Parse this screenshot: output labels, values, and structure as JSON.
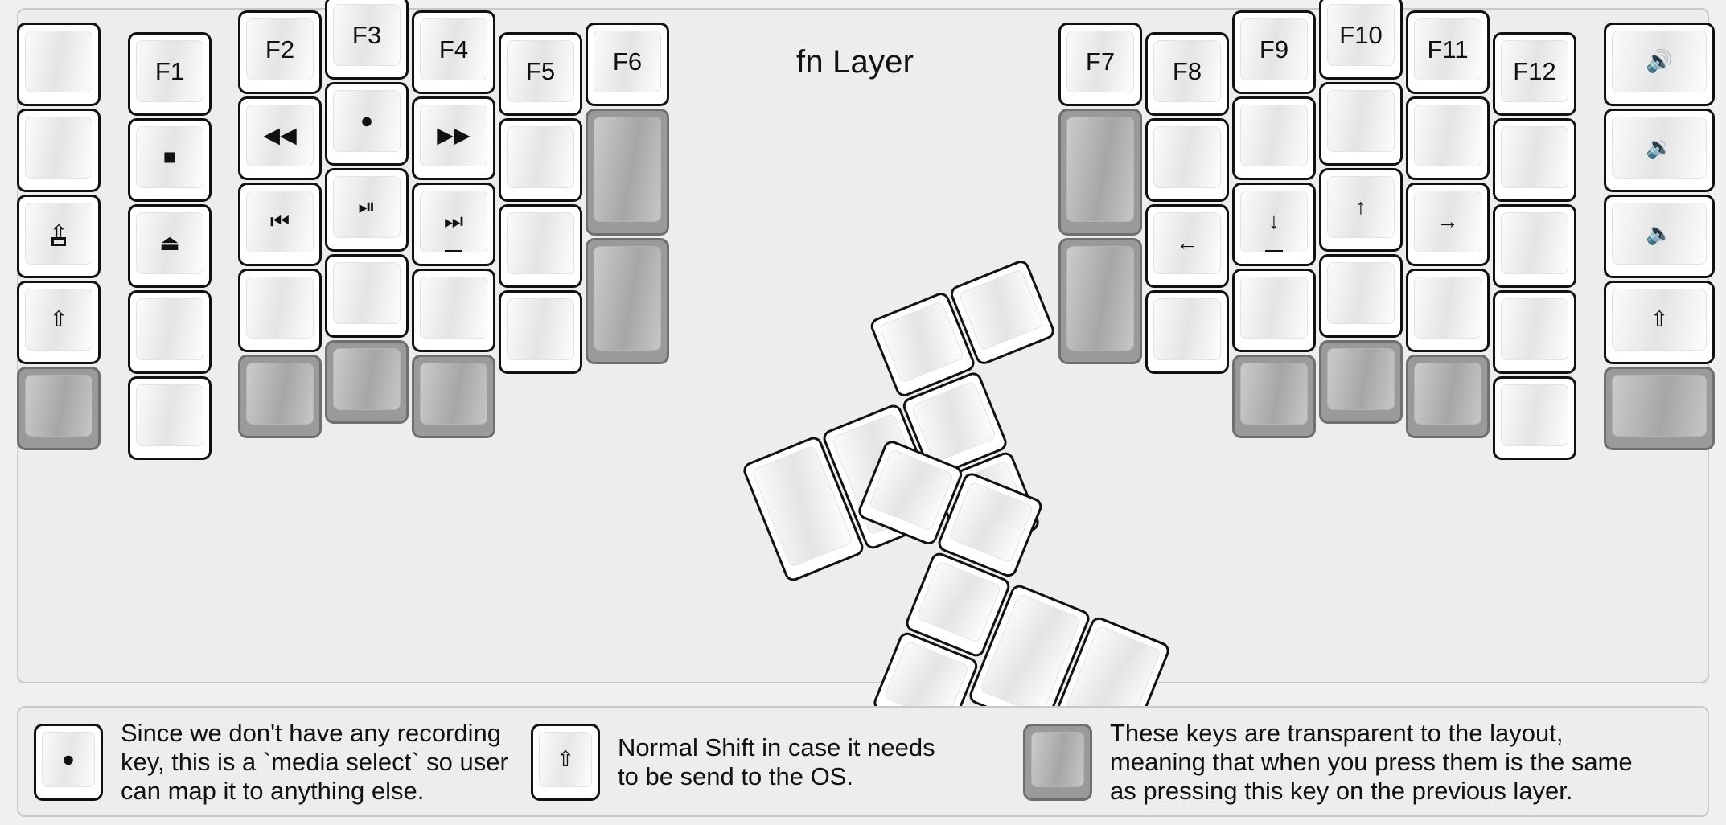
{
  "title": "fn Layer",
  "colors": {
    "background": "#f0f0f0",
    "panel": "#ededed",
    "panel_border": "#c9c9c9",
    "key_face": "#ffffff",
    "key_outline": "#111111",
    "transparent_key": "#9a9a9a",
    "transparent_key_border": "#6f6f6f",
    "text": "#111111"
  },
  "left_half": {
    "name": "left-keyboard-half",
    "columns": [
      {
        "name": "col-pinky-outer",
        "keys": [
          {
            "name": "key-blank-r1c1",
            "label": "",
            "type": "normal"
          },
          {
            "name": "key-blank-r2c1",
            "label": "",
            "type": "normal"
          },
          {
            "name": "key-caps-lock",
            "label": "caps-lock-icon",
            "glyph": "⇧",
            "sub": "box",
            "type": "normal"
          },
          {
            "name": "key-shift-left",
            "label": "shift-icon",
            "glyph": "⇧",
            "type": "normal"
          },
          {
            "name": "key-transparent-r5c1",
            "label": "",
            "type": "transparent"
          }
        ]
      },
      {
        "name": "col-pinky",
        "keys": [
          {
            "name": "key-f1",
            "label": "F1",
            "type": "normal"
          },
          {
            "name": "key-media-stop",
            "label": "stop-icon",
            "glyph": "■",
            "type": "normal"
          },
          {
            "name": "key-media-eject",
            "label": "eject-icon",
            "glyph": "⏏",
            "type": "normal"
          },
          {
            "name": "key-blank-r4c2",
            "label": "",
            "type": "normal"
          },
          {
            "name": "key-blank-r5c2",
            "label": "",
            "type": "normal"
          }
        ]
      },
      {
        "name": "col-ring",
        "keys": [
          {
            "name": "key-f2",
            "label": "F2",
            "type": "normal"
          },
          {
            "name": "key-media-rewind",
            "label": "rewind-icon",
            "glyph": "◀◀",
            "type": "normal"
          },
          {
            "name": "key-media-prev-track",
            "label": "previous-track-icon",
            "glyph": "⏮",
            "type": "normal"
          },
          {
            "name": "key-blank-r4c3",
            "label": "",
            "type": "normal"
          },
          {
            "name": "key-transparent-r5c3",
            "label": "",
            "type": "transparent"
          }
        ]
      },
      {
        "name": "col-middle",
        "keys": [
          {
            "name": "key-f3",
            "label": "F3",
            "type": "normal"
          },
          {
            "name": "key-media-record",
            "label": "record-icon",
            "glyph": "●",
            "type": "normal"
          },
          {
            "name": "key-media-play-pause",
            "label": "play-pause-icon",
            "glyph": "⏯",
            "type": "normal"
          },
          {
            "name": "key-blank-r4c4",
            "label": "",
            "type": "normal"
          },
          {
            "name": "key-transparent-r5c4",
            "label": "",
            "type": "transparent"
          }
        ]
      },
      {
        "name": "col-index",
        "keys": [
          {
            "name": "key-f4",
            "label": "F4",
            "type": "normal"
          },
          {
            "name": "key-media-fast-forward",
            "label": "fast-forward-icon",
            "glyph": "▶▶",
            "type": "normal"
          },
          {
            "name": "key-media-next-track",
            "label": "next-track-icon",
            "glyph": "⏭",
            "underline": true,
            "type": "normal"
          },
          {
            "name": "key-blank-r4c5",
            "label": "",
            "type": "normal"
          },
          {
            "name": "key-transparent-r5c5",
            "label": "",
            "type": "transparent"
          }
        ]
      },
      {
        "name": "col-index-inner",
        "keys": [
          {
            "name": "key-f5",
            "label": "F5",
            "type": "normal"
          },
          {
            "name": "key-blank-r2c6",
            "label": "",
            "type": "normal"
          },
          {
            "name": "key-blank-r3c6",
            "label": "",
            "type": "normal"
          },
          {
            "name": "key-blank-r4c6",
            "label": "",
            "type": "normal"
          }
        ]
      },
      {
        "name": "col-inner-most",
        "keys": [
          {
            "name": "key-f6",
            "label": "F6",
            "type": "normal"
          },
          {
            "name": "key-transparent-tall-1",
            "label": "",
            "type": "transparent"
          },
          {
            "name": "key-transparent-tall-2",
            "label": "",
            "type": "transparent"
          }
        ]
      }
    ],
    "thumb_cluster": {
      "name": "left-thumb-cluster",
      "keys": [
        {
          "name": "thumb-key-left-1",
          "label": "",
          "type": "normal"
        },
        {
          "name": "thumb-key-left-2",
          "label": "",
          "type": "normal"
        },
        {
          "name": "thumb-key-left-3",
          "label": "",
          "type": "normal"
        },
        {
          "name": "thumb-key-left-4",
          "label": "",
          "type": "normal"
        },
        {
          "name": "thumb-key-left-5",
          "label": "",
          "type": "normal"
        },
        {
          "name": "thumb-key-left-6",
          "label": "",
          "type": "normal"
        }
      ]
    }
  },
  "right_half": {
    "name": "right-keyboard-half",
    "columns": [
      {
        "name": "col-r-inner-most",
        "keys": [
          {
            "name": "key-f7",
            "label": "F7",
            "type": "normal"
          },
          {
            "name": "key-transparent-r-tall-1",
            "label": "",
            "type": "transparent"
          },
          {
            "name": "key-transparent-r-tall-2",
            "label": "",
            "type": "transparent"
          }
        ]
      },
      {
        "name": "col-r-index-inner",
        "keys": [
          {
            "name": "key-f8",
            "label": "F8",
            "type": "normal"
          },
          {
            "name": "key-blank-r2c8",
            "label": "",
            "type": "normal"
          },
          {
            "name": "key-arrow-left",
            "label": "arrow-left-icon",
            "glyph": "←",
            "type": "normal"
          },
          {
            "name": "key-blank-r4c8",
            "label": "",
            "type": "normal"
          }
        ]
      },
      {
        "name": "col-r-index",
        "keys": [
          {
            "name": "key-f9",
            "label": "F9",
            "type": "normal"
          },
          {
            "name": "key-blank-r2c9",
            "label": "",
            "type": "normal"
          },
          {
            "name": "key-arrow-down",
            "label": "arrow-down-icon",
            "glyph": "↓",
            "underline": true,
            "type": "normal"
          },
          {
            "name": "key-blank-r4c9",
            "label": "",
            "type": "normal"
          },
          {
            "name": "key-transparent-r5c9",
            "label": "",
            "type": "transparent"
          }
        ]
      },
      {
        "name": "col-r-middle",
        "keys": [
          {
            "name": "key-f10",
            "label": "F10",
            "type": "normal"
          },
          {
            "name": "key-blank-r2c10",
            "label": "",
            "type": "normal"
          },
          {
            "name": "key-arrow-up",
            "label": "arrow-up-icon",
            "glyph": "↑",
            "type": "normal"
          },
          {
            "name": "key-blank-r4c10",
            "label": "",
            "type": "normal"
          },
          {
            "name": "key-transparent-r5c10",
            "label": "",
            "type": "transparent"
          }
        ]
      },
      {
        "name": "col-r-ring",
        "keys": [
          {
            "name": "key-f11",
            "label": "F11",
            "type": "normal"
          },
          {
            "name": "key-blank-r2c11",
            "label": "",
            "type": "normal"
          },
          {
            "name": "key-arrow-right",
            "label": "arrow-right-icon",
            "glyph": "→",
            "type": "normal"
          },
          {
            "name": "key-blank-r4c11",
            "label": "",
            "type": "normal"
          },
          {
            "name": "key-transparent-r5c11",
            "label": "",
            "type": "transparent"
          }
        ]
      },
      {
        "name": "col-r-pinky",
        "keys": [
          {
            "name": "key-f12",
            "label": "F12",
            "type": "normal"
          },
          {
            "name": "key-blank-r2c12",
            "label": "",
            "type": "normal"
          },
          {
            "name": "key-blank-r3c12",
            "label": "",
            "type": "normal"
          },
          {
            "name": "key-blank-r4c12",
            "label": "",
            "type": "normal"
          },
          {
            "name": "key-blank-r5c12",
            "label": "",
            "type": "normal"
          }
        ]
      },
      {
        "name": "col-r-pinky-outer",
        "keys": [
          {
            "name": "key-volume-up",
            "label": "volume-up-icon",
            "glyph": "🔊",
            "type": "normal"
          },
          {
            "name": "key-volume-down",
            "label": "volume-down-icon",
            "glyph": "🔉",
            "type": "normal"
          },
          {
            "name": "key-volume-mute",
            "label": "volume-mute-icon",
            "glyph": "🔈",
            "type": "normal"
          },
          {
            "name": "key-shift-right",
            "label": "shift-icon",
            "glyph": "⇧",
            "type": "normal"
          },
          {
            "name": "key-transparent-r5c13",
            "label": "",
            "type": "transparent"
          }
        ]
      }
    ],
    "thumb_cluster": {
      "name": "right-thumb-cluster",
      "keys": [
        {
          "name": "thumb-key-right-1",
          "label": "",
          "type": "normal"
        },
        {
          "name": "thumb-key-right-2",
          "label": "",
          "type": "normal"
        },
        {
          "name": "thumb-key-right-3",
          "label": "",
          "type": "normal"
        },
        {
          "name": "thumb-key-right-4",
          "label": "",
          "type": "normal"
        },
        {
          "name": "thumb-key-right-5",
          "label": "",
          "type": "normal"
        },
        {
          "name": "thumb-key-right-6",
          "label": "",
          "type": "normal"
        }
      ]
    }
  },
  "legend": [
    {
      "name": "legend-record-key",
      "icon": "record-icon",
      "glyph": "●",
      "key_type": "normal",
      "text": "Since we don't have any recording\nkey, this is a `media select` so user\ncan map it to anything else."
    },
    {
      "name": "legend-shift-key",
      "icon": "shift-icon",
      "glyph": "⇧",
      "key_type": "normal",
      "text": "Normal Shift in case it needs\nto be send to the OS."
    },
    {
      "name": "legend-transparent-key",
      "icon": "blank-icon",
      "glyph": "",
      "key_type": "transparent",
      "text": "These keys are transparent to the layout,\nmeaning that when you press them is the same\nas pressing this key on the previous layer."
    }
  ]
}
